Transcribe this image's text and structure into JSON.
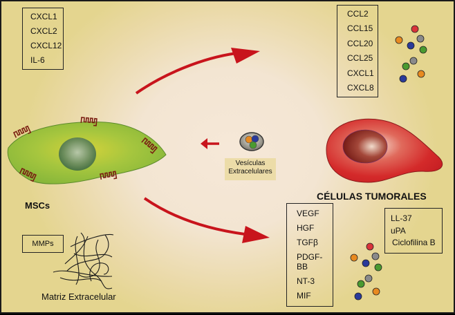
{
  "msc": {
    "label": "MSCs",
    "factors": [
      "CXCL1",
      "CXCL2",
      "CXCL12",
      "IL-6"
    ]
  },
  "tumor": {
    "label": "CÉLULAS TUMORALES",
    "chemokines": [
      "CCL2",
      "CCL15",
      "CCL20",
      "CCL25",
      "CXCL1",
      "CXCL8"
    ],
    "growth_factors": [
      "VEGF",
      "HGF",
      "TGFβ",
      "PDGF-BB",
      "NT-3",
      "MIF"
    ],
    "other_factors": [
      "LL-37",
      "uPA",
      "Ciclofilina B"
    ]
  },
  "vesicles": {
    "label_line1": "Vesículas",
    "label_line2": "Extracelulares"
  },
  "matrix": {
    "enzyme_label": "MMPs",
    "label": "Matriz Extracelular"
  },
  "colors": {
    "arrow": "#c8141c",
    "msc_cell": "#8fbf3a",
    "tumor_cell": "#d42a2a",
    "receptor": "#7a1e12",
    "background": "#e6d794"
  },
  "molecule_colors": [
    "#d9343a",
    "#e88a20",
    "#8a8a8a",
    "#2a3a9a",
    "#4a9a30"
  ]
}
